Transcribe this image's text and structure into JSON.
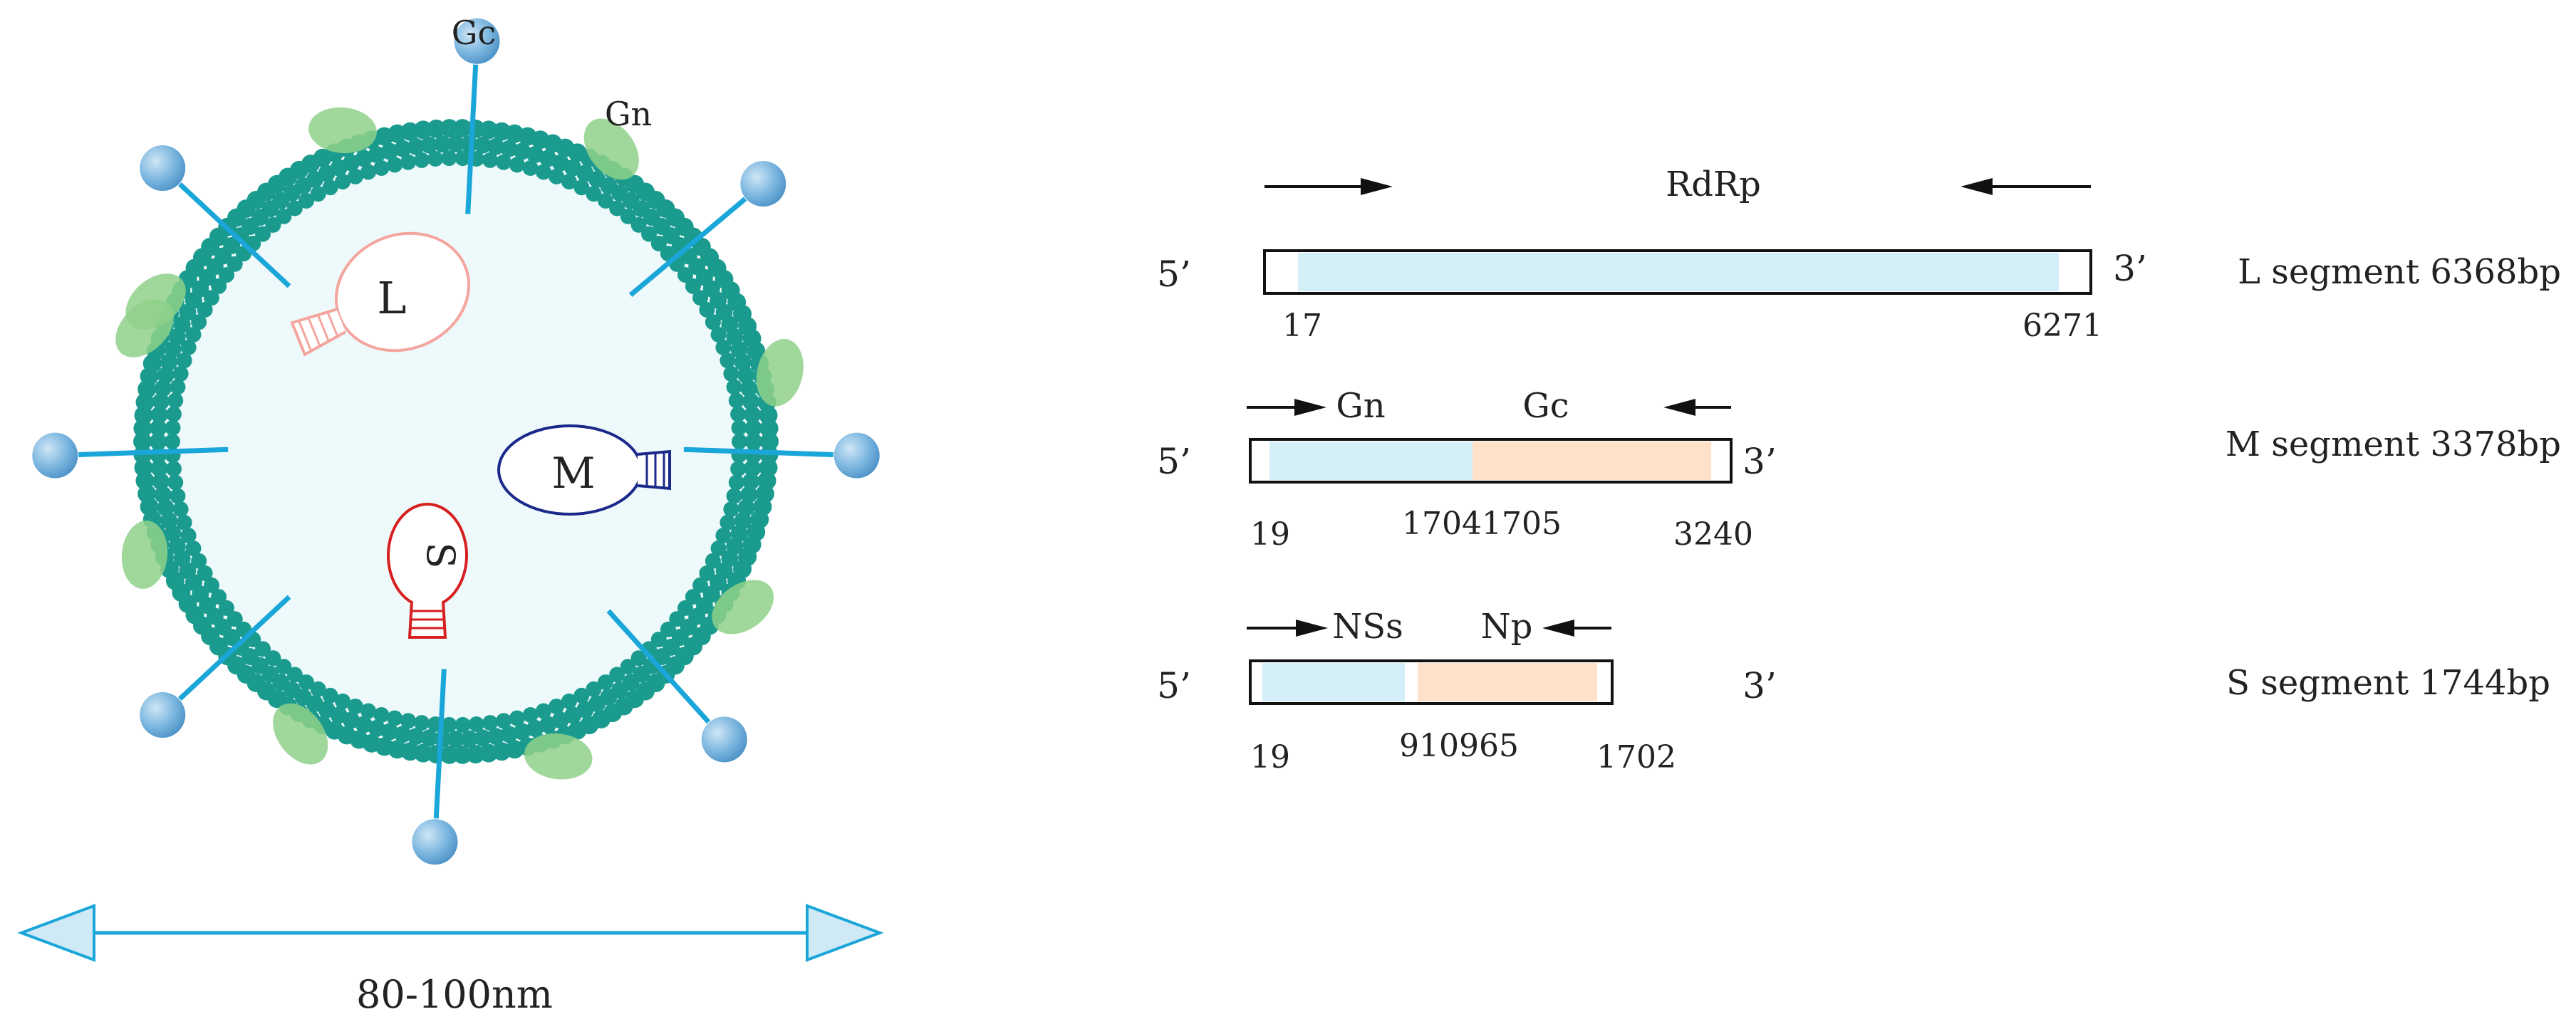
{
  "virion": {
    "glycoproteins": {
      "gc": "Gc",
      "gn": "Gn"
    },
    "segments": {
      "l": "L",
      "m": "M",
      "s": "S"
    },
    "scale_label": "80-100nm"
  },
  "genome": {
    "l": {
      "prime5": "5’",
      "prime3": "3’",
      "gene_label": "RdRp",
      "start": "17",
      "end": "6271",
      "segment_label": "L segment 6368bp"
    },
    "m": {
      "prime5": "5’",
      "prime3": "3’",
      "gene1": "Gn",
      "gene2": "Gc",
      "pos1": "19",
      "pos2": "17041705",
      "pos3": "3240",
      "segment_label": "M segment 3378bp"
    },
    "s": {
      "prime5": "5’",
      "prime3": "3’",
      "gene1": "NSs",
      "gene2": "Np",
      "pos1": "19",
      "pos2": "910965",
      "pos3": "1702",
      "segment_label": "S segment 1744bp"
    }
  },
  "colors": {
    "membrane": "#1a9b8e",
    "interior": "#eef9fb",
    "spike": "#1aa6d8",
    "knob": "#6fb0db",
    "gn_lobe": "#8fd18a",
    "gene_blue": "#d4eff7",
    "gene_orange": "#ffe0c8",
    "l_bulb": "#f4a59e",
    "m_bulb": "#1b2a8a",
    "s_bulb": "#d62020"
  }
}
